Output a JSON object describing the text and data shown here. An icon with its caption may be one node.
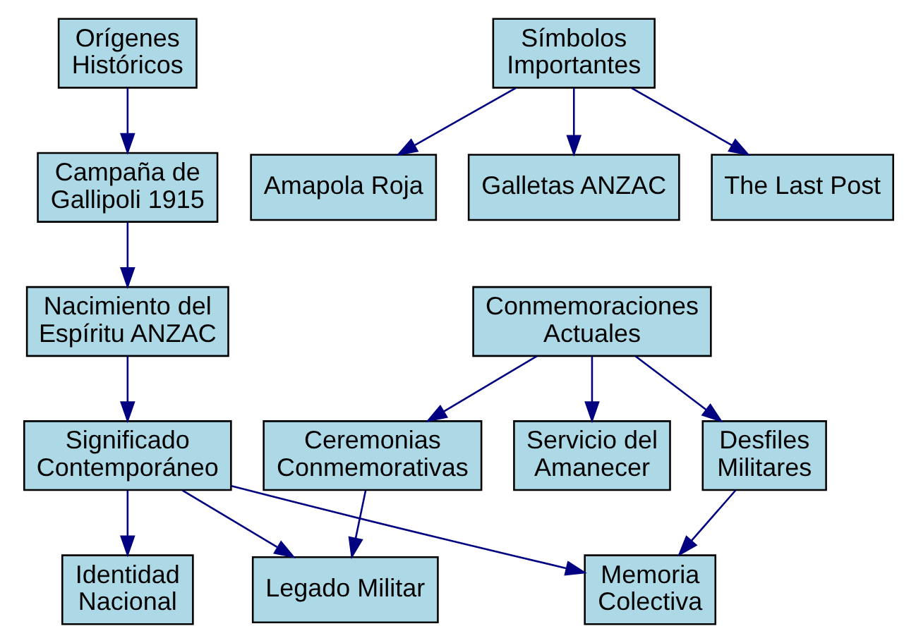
{
  "diagram": {
    "nodes": [
      {
        "text": [
          "Orígenes Históricos"
        ]
      },
      {
        "text": [
          "Símbolos Importantes"
        ]
      },
      {
        "text": [
          "Campaña de Gallipoli 1915"
        ]
      },
      {
        "text": [
          "Amapola Roja"
        ]
      },
      {
        "text": [
          "Galletas ANZAC"
        ]
      },
      {
        "text": [
          "The Last Post"
        ]
      },
      {
        "text": [
          "Nacimiento del Espíritu ANZAC"
        ]
      },
      {
        "text": [
          "Conmemoraciones Actuales"
        ]
      },
      {
        "text": [
          "Significado Contemporáneo"
        ]
      },
      {
        "text": [
          "Ceremonias Conmemorativas"
        ]
      },
      {
        "text": [
          "Servicio del Amanecer"
        ]
      },
      {
        "text": [
          "Desfiles Militares"
        ]
      },
      {
        "text": [
          "Identidad Nacional"
        ]
      },
      {
        "text": [
          "Legado Militar"
        ]
      },
      {
        "text": [
          "Memoria Colectiva"
        ]
      }
    ],
    "edges": [
      {
        "from": 0,
        "to": 2,
        "arrow": "to"
      },
      {
        "from": 2,
        "to": 6,
        "arrow": "to"
      },
      {
        "from": 6,
        "to": 8,
        "arrow": "to"
      },
      {
        "from": 1,
        "to": 3,
        "arrow": "to"
      },
      {
        "from": 1,
        "to": 4,
        "arrow": "to"
      },
      {
        "from": 1,
        "to": 5,
        "arrow": "to"
      },
      {
        "from": 7,
        "to": 9,
        "arrow": "to"
      },
      {
        "from": 7,
        "to": 10,
        "arrow": "to"
      },
      {
        "from": 7,
        "to": 11,
        "arrow": "to"
      },
      {
        "from": 8,
        "to": 12,
        "arrow": "to"
      },
      {
        "from": 8,
        "to": 13,
        "arrow": "to"
      },
      {
        "from": 8,
        "to": 14,
        "arrow": "to"
      },
      {
        "from": 9,
        "to": 13,
        "arrow": "to"
      },
      {
        "from": 11,
        "to": 14,
        "arrow": "to"
      }
    ]
  }
}
